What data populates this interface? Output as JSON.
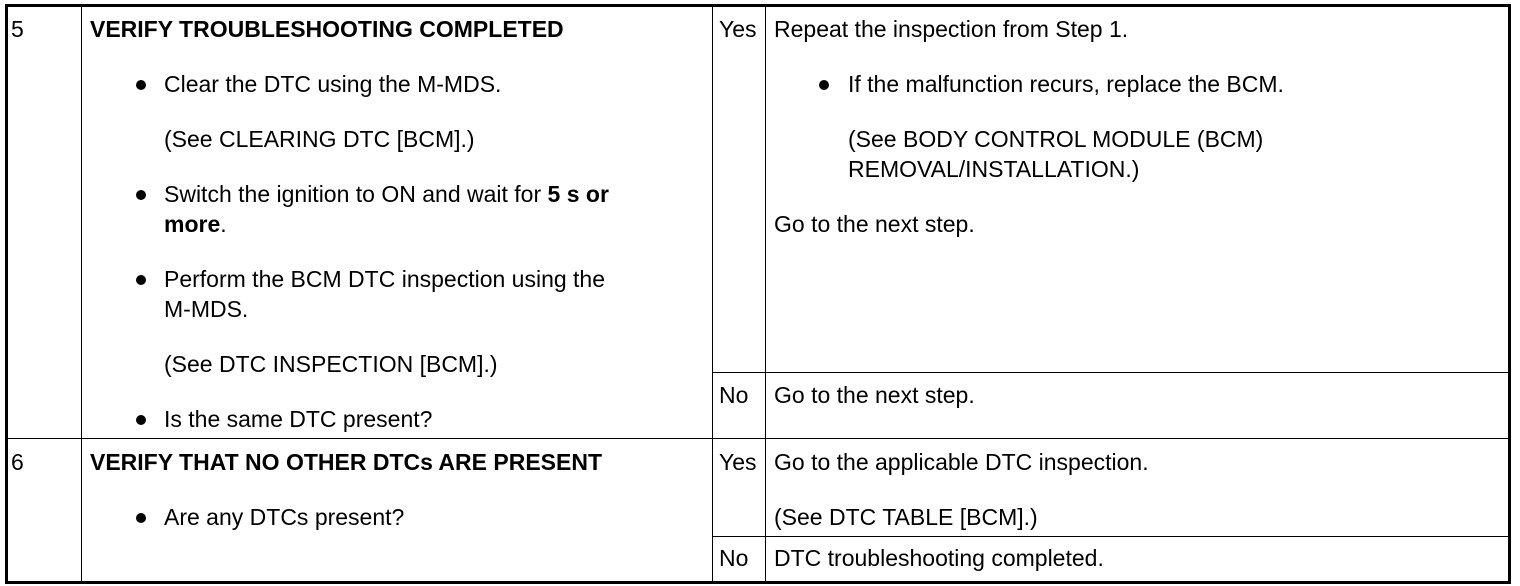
{
  "steps": [
    {
      "number": "5",
      "title": "VERIFY TROUBLESHOOTING COMPLETED",
      "b1": "Clear the DTC using the M-MDS.",
      "b1_ref": "(See CLEARING DTC [BCM].)",
      "b2_pre": "Switch the ignition to ON and wait for ",
      "b2_bold1": "5 s or",
      "b2_bold2": "more",
      "b2_post": ".",
      "b3_line1": "Perform the BCM DTC inspection using the",
      "b3_line2": "M-MDS.",
      "b3_ref": "(See DTC INSPECTION [BCM].)",
      "b4": "Is the same DTC present?",
      "yes_label": "Yes",
      "yes_line1": "Repeat the inspection from Step 1.",
      "yes_bullet": "If the malfunction recurs, replace the BCM.",
      "yes_ref1": "(See BODY CONTROL MODULE (BCM)",
      "yes_ref2": "REMOVAL/INSTALLATION.)",
      "yes_line2": "Go to the next step.",
      "no_label": "No",
      "no_text": "Go to the next step."
    },
    {
      "number": "6",
      "title": "VERIFY THAT NO OTHER DTCs ARE PRESENT",
      "b1": "Are any DTCs present?",
      "yes_label": "Yes",
      "yes_line1": "Go to the applicable DTC inspection.",
      "yes_ref": "(See DTC TABLE [BCM].)",
      "no_label": "No",
      "no_text": "DTC troubleshooting completed."
    }
  ]
}
